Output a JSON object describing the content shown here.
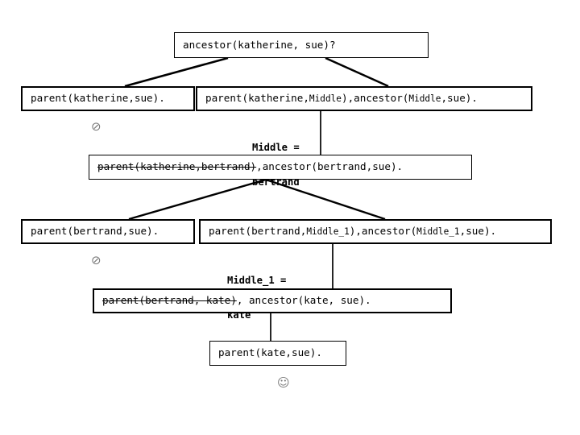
{
  "diagram": {
    "title_node": {
      "id": "root",
      "text": "ancestor(katherine, sue)?"
    },
    "nodes": [
      {
        "id": "goal-parent-katherine-sue",
        "level": 2,
        "text": "parent(katherine,sue).",
        "struck": false,
        "result": "fail"
      },
      {
        "id": "goal-parent-katherine-middle",
        "level": 2,
        "text_parts": [
          {
            "t": "parent(katherine,",
            "style": "normal"
          },
          {
            "t": "Middle",
            "style": "small"
          },
          {
            "t": "),ancestor(",
            "style": "normal"
          },
          {
            "t": "Middle",
            "style": "small"
          },
          {
            "t": ",sue).",
            "style": "normal"
          }
        ]
      },
      {
        "id": "goal-parent-katherine-bertrand",
        "level": 3,
        "struck_part": "parent(katherine,bertrand)",
        "rest_part": ",ancestor(bertrand,sue)."
      },
      {
        "id": "goal-parent-bertrand-sue",
        "level": 4,
        "text": "parent(bertrand,sue).",
        "result": "fail"
      },
      {
        "id": "goal-parent-bertrand-middle1",
        "level": 4,
        "text_parts": [
          {
            "t": "parent(bertrand,",
            "style": "normal"
          },
          {
            "t": "Middle_1",
            "style": "small"
          },
          {
            "t": "),ancestor(",
            "style": "normal"
          },
          {
            "t": "Middle_1",
            "style": "small"
          },
          {
            "t": ",sue).",
            "style": "normal"
          }
        ]
      },
      {
        "id": "goal-parent-bertrand-kate",
        "level": 5,
        "struck_part": "parent(bertrand, kate)",
        "rest_part": ", ancestor(kate, sue)."
      },
      {
        "id": "goal-parent-kate-sue",
        "level": 6,
        "text": "parent(kate,sue).",
        "result": "success"
      }
    ],
    "bindings": [
      {
        "id": "binding-middle",
        "var": "Middle =",
        "value": "bertrand"
      },
      {
        "id": "binding-middle-1",
        "var": "Middle_1 =",
        "value": "kate"
      }
    ],
    "faces": [
      {
        "id": "face-fail-1",
        "glyph": "⊘",
        "meaning": "fail"
      },
      {
        "id": "face-fail-2",
        "glyph": "⊘",
        "meaning": "fail"
      },
      {
        "id": "face-success",
        "glyph": "☺",
        "meaning": "success"
      }
    ],
    "colors": {
      "stroke": "#000000",
      "background": "#ffffff",
      "face": "#7a7a7a"
    }
  }
}
